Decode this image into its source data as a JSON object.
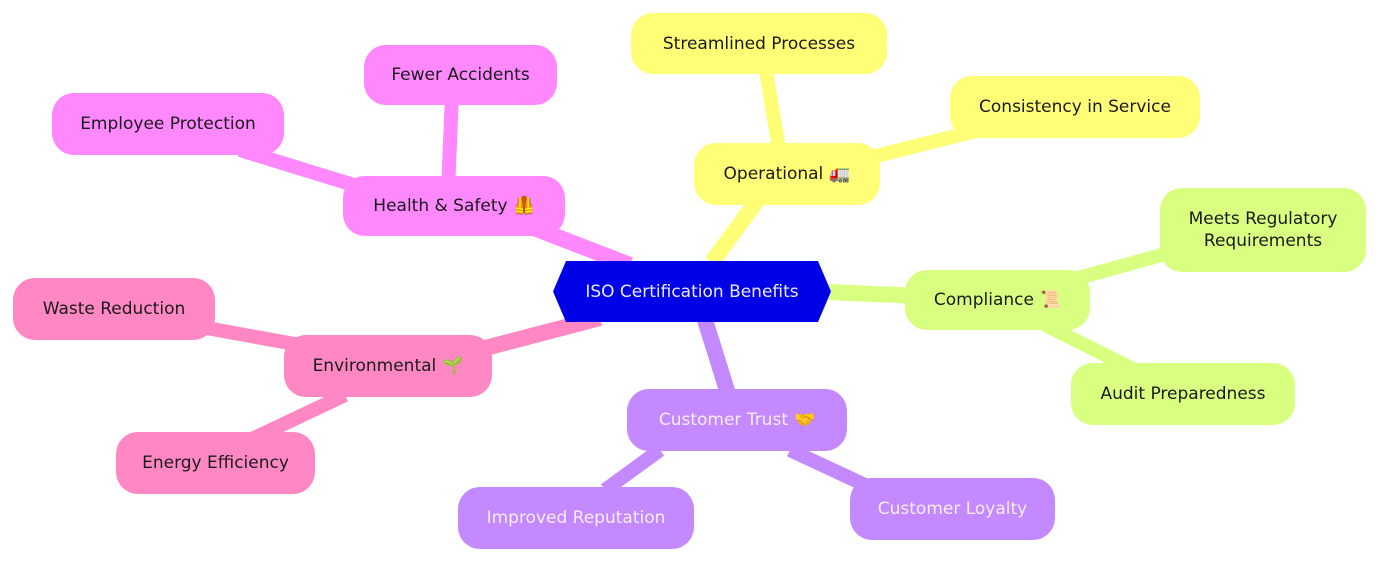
{
  "diagram": {
    "type": "mindmap",
    "root": {
      "id": "root",
      "label": "ISO Certification Benefits",
      "color": "#0000e6",
      "text_color": "#eaeaff"
    },
    "branches": [
      {
        "id": "health",
        "label": "Health & Safety",
        "emoji": "🦺",
        "color": "#ff88ff",
        "children": [
          {
            "id": "health-1",
            "label": "Fewer Accidents"
          },
          {
            "id": "health-2",
            "label": "Employee Protection"
          }
        ]
      },
      {
        "id": "operational",
        "label": "Operational",
        "emoji": "🚛",
        "color": "#ffff77",
        "children": [
          {
            "id": "operational-1",
            "label": "Streamlined Processes"
          },
          {
            "id": "operational-2",
            "label": "Consistency in Service"
          }
        ]
      },
      {
        "id": "compliance",
        "label": "Compliance",
        "emoji": "📜",
        "color": "#d9ff80",
        "children": [
          {
            "id": "compliance-1",
            "label": "Meets Regulatory Requirements"
          },
          {
            "id": "compliance-2",
            "label": "Audit Preparedness"
          }
        ]
      },
      {
        "id": "customer",
        "label": "Customer Trust",
        "emoji": "🤝",
        "color": "#c488ff",
        "children": [
          {
            "id": "customer-1",
            "label": "Improved Reputation"
          },
          {
            "id": "customer-2",
            "label": "Customer Loyalty"
          }
        ]
      },
      {
        "id": "environmental",
        "label": "Environmental",
        "emoji": "🌱",
        "color": "#ff88c4",
        "children": [
          {
            "id": "environmental-1",
            "label": "Waste Reduction"
          },
          {
            "id": "environmental-2",
            "label": "Energy Efficiency"
          }
        ]
      }
    ]
  }
}
